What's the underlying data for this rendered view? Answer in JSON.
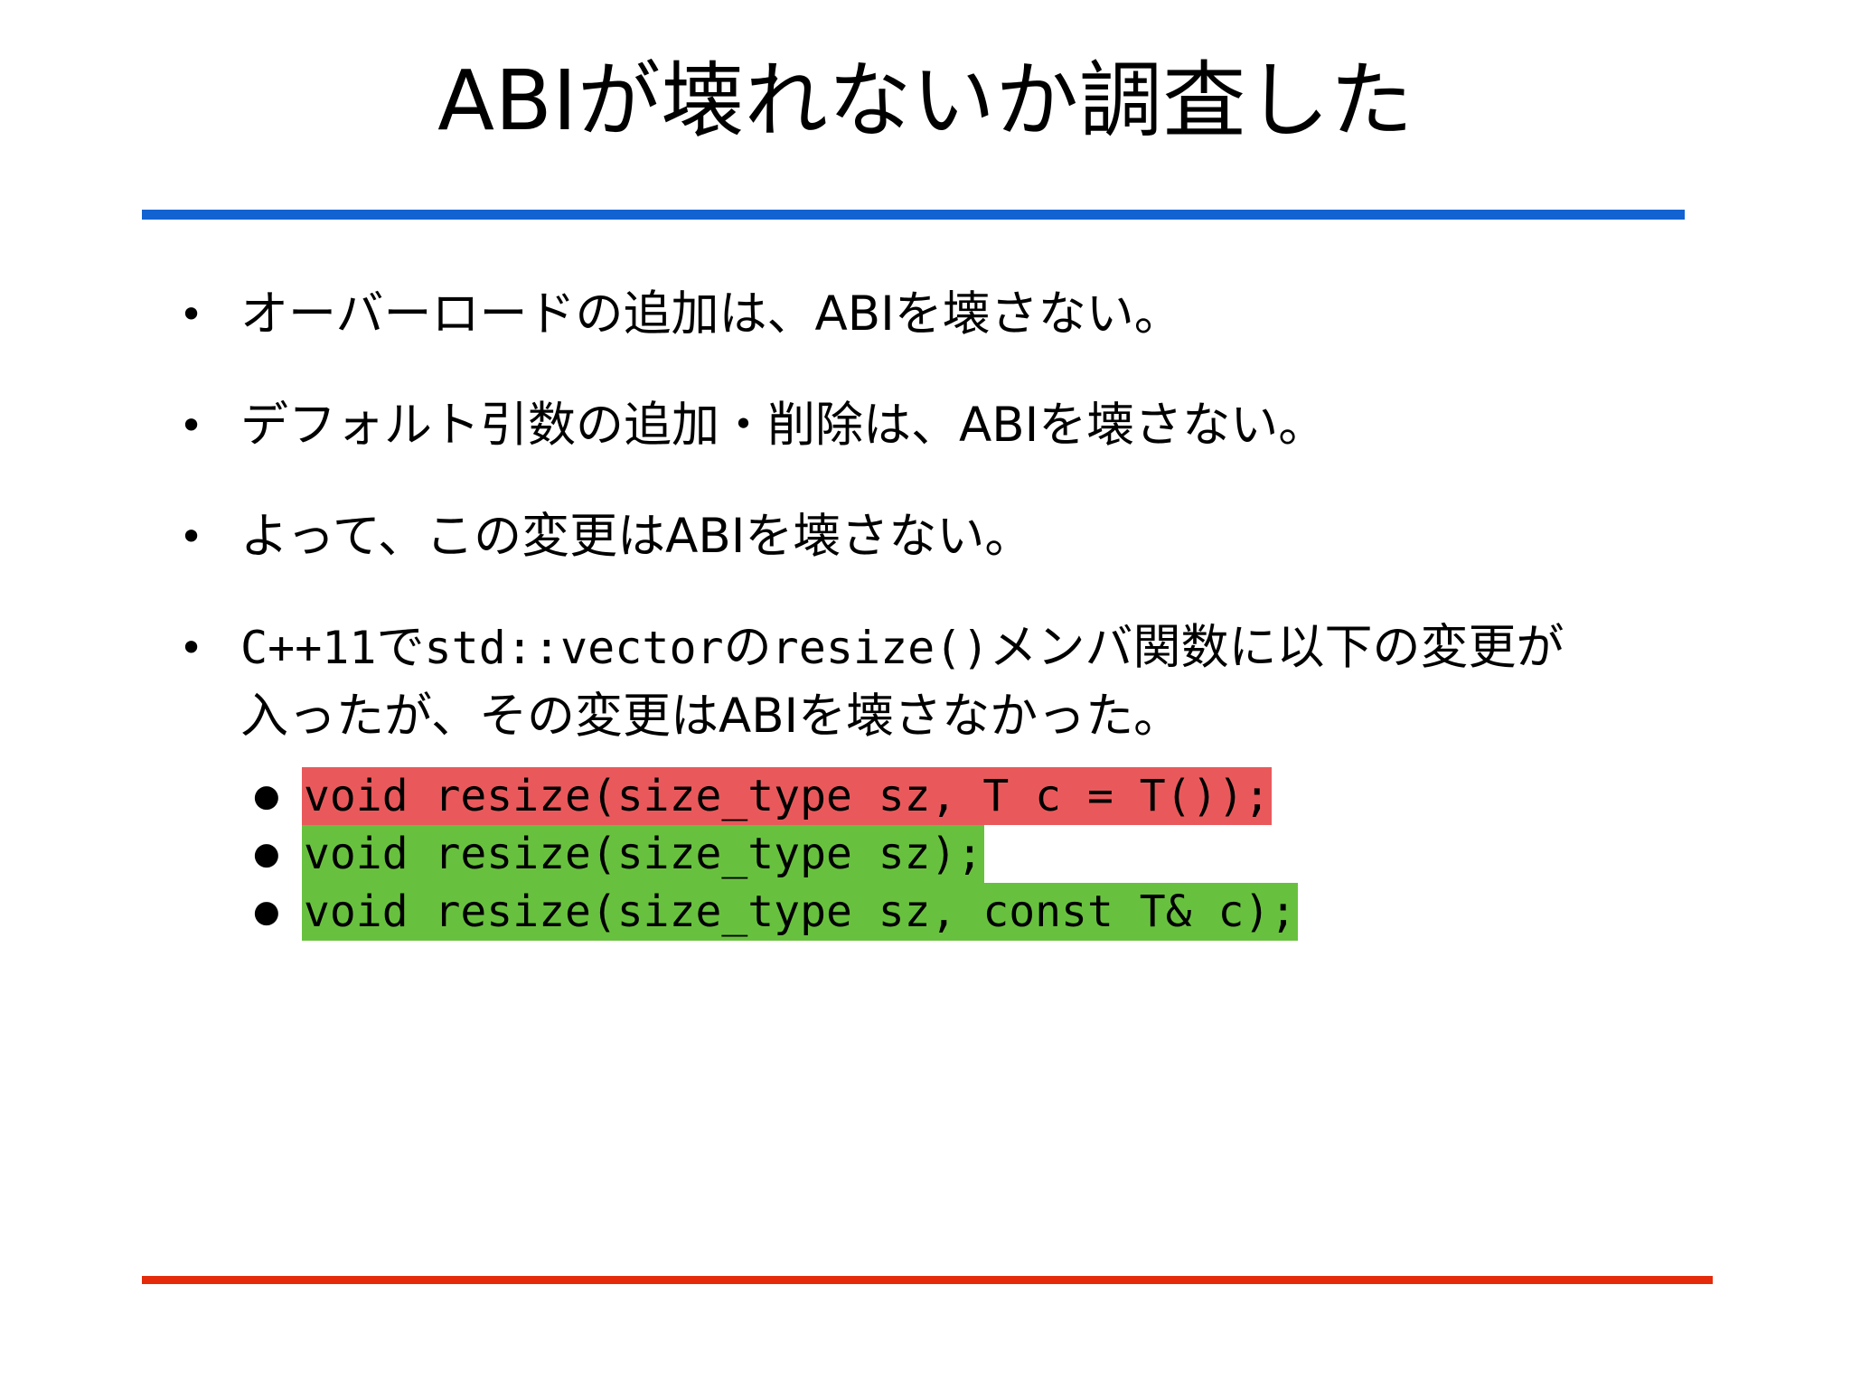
{
  "slide": {
    "title": "ABIが壊れないか調査した",
    "divider_top_color": "#1263D1",
    "divider_bottom_color": "#E42A0B",
    "bullet_marker": "•",
    "code_bullet_marker": "●",
    "bullets": [
      {
        "text": "オーバーロードの追加は、ABIを壊さない。"
      },
      {
        "text": "デフォルト引数の追加・削除は、ABIを壊さない。"
      },
      {
        "text": "よって、この変更はABIを壊さない。"
      }
    ],
    "bullet4": {
      "line1_a": "C++11",
      "line1_b": "で",
      "line1_c": "std::vector",
      "line1_d": "の",
      "line1_e": "resize()",
      "line1_f": "メンバ関数に以下の変更が",
      "line2": "入ったが、その変更はABIを壊さなかった。"
    },
    "code_lines": [
      {
        "text": "void resize(size_type sz, T c = T());",
        "highlight": "red",
        "color": "#E9595B"
      },
      {
        "text": "void resize(size_type sz);",
        "highlight": "green",
        "color": "#68C13E"
      },
      {
        "text": "void resize(size_type sz, const T& c);",
        "highlight": "green",
        "color": "#68C13E"
      }
    ]
  }
}
